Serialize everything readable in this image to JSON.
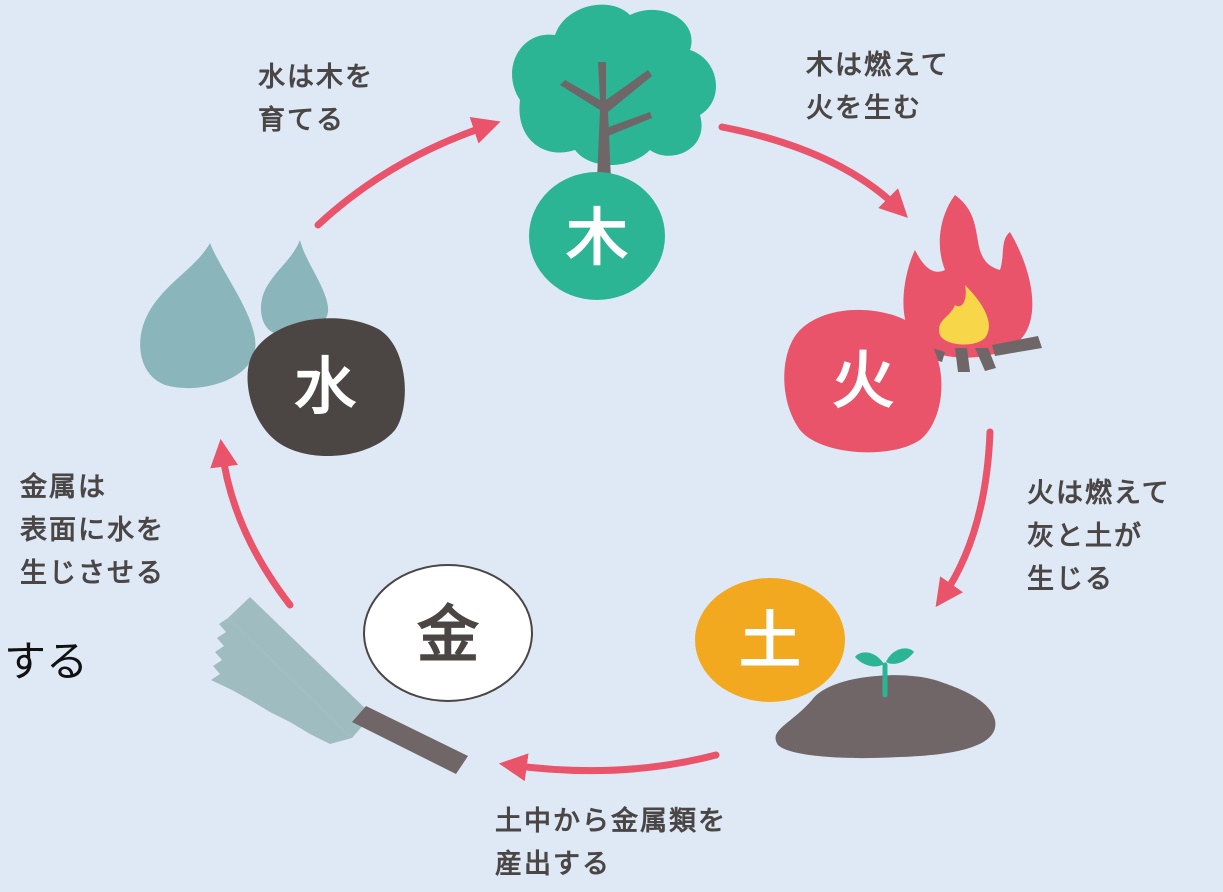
{
  "elements": {
    "wood": {
      "char": "木",
      "color": "#2bb594"
    },
    "fire": {
      "char": "火",
      "color": "#e9546b"
    },
    "earth": {
      "char": "土",
      "color": "#f3a91f"
    },
    "metal": {
      "char": "金",
      "color": "#ffffff"
    },
    "water": {
      "char": "水",
      "color": "#4b4644"
    }
  },
  "relations": {
    "water_to_wood": [
      "水は木を",
      "育てる"
    ],
    "wood_to_fire": [
      "木は燃えて",
      "火を生む"
    ],
    "fire_to_earth": [
      "火は燃えて",
      "灰と土が",
      "生じる"
    ],
    "earth_to_metal": [
      "土中から金属類を",
      "産出する"
    ],
    "metal_to_water": [
      "金属は",
      "表面に水を",
      "生じさせる"
    ]
  },
  "partial_text": "する",
  "colors": {
    "background": "#dfe9f5",
    "arrow": "#e9546b",
    "trunk": "#6f6668",
    "leaves": "#2bb594",
    "water_drop": "#8ab6bb",
    "saw_blade": "#9fbcc0",
    "saw_handle": "#6f6668",
    "soil": "#706668",
    "sprout": "#2bb594",
    "flame_inner": "#f7d64a"
  }
}
